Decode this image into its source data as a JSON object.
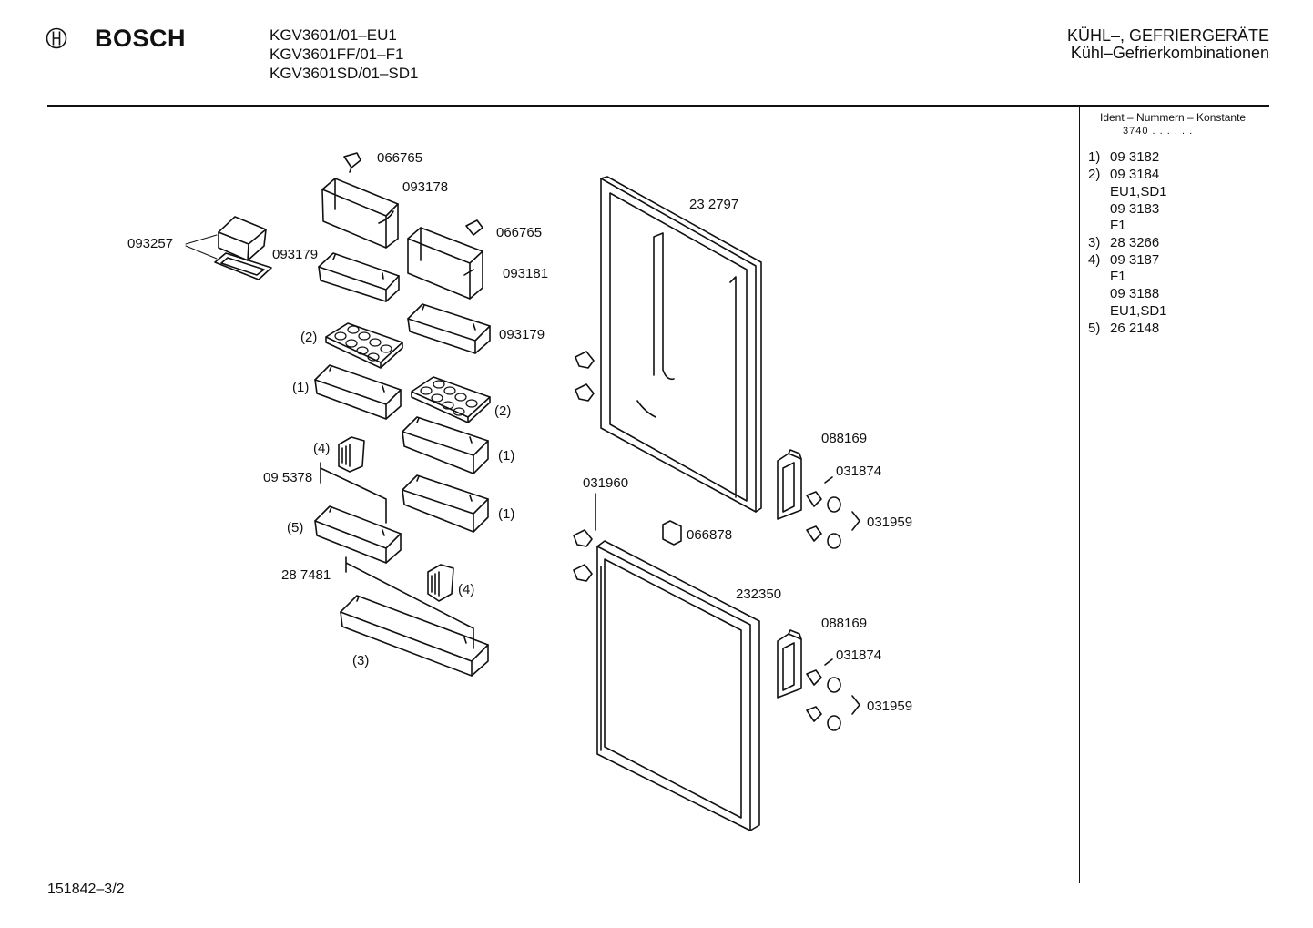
{
  "header": {
    "brand": "BOSCH",
    "models": [
      "KGV3601/01–EU1",
      "KGV3601FF/01–F1",
      "KGV3601SD/01–SD1"
    ],
    "category": "KÜHL–, GEFRIERGERÄTE",
    "subcategory": "Kühl–Gefrierkombinationen"
  },
  "ident": {
    "title": "Ident – Nummern – Konstante",
    "code": "3740 . .   . . . ."
  },
  "variants": [
    {
      "num": "1)",
      "lines": [
        "09 3182"
      ]
    },
    {
      "num": "2)",
      "lines": [
        "09 3184",
        "EU1,SD1",
        "09 3183",
        "F1"
      ]
    },
    {
      "num": "3)",
      "lines": [
        "28 3266"
      ]
    },
    {
      "num": "4)",
      "lines": [
        "09 3187",
        "F1",
        "09 3188",
        "EU1,SD1"
      ]
    },
    {
      "num": "5)",
      "lines": [
        "26 2148"
      ]
    }
  ],
  "labels": {
    "p066765a": "066765",
    "p093178": "093178",
    "p093257": "093257",
    "p093179a": "093179",
    "p066765b": "066765",
    "p093181": "093181",
    "p093179b": "093179",
    "p232797": "23 2797",
    "r2a": "(2)",
    "r1a": "(1)",
    "r2b": "(2)",
    "r1b": "(1)",
    "r4a": "(4)",
    "p095378": "09 5378",
    "r1c": "(1)",
    "r5": "(5)",
    "p287481": "28 7481",
    "r4b": "(4)",
    "r3": "(3)",
    "p088169a": "088169",
    "p031874a": "031874",
    "p031960": "031960",
    "p031959a": "031959",
    "p066878": "066878",
    "p232350": "232350",
    "p088169b": "088169",
    "p031874b": "031874",
    "p031959b": "031959"
  },
  "footer": "151842–3/2"
}
